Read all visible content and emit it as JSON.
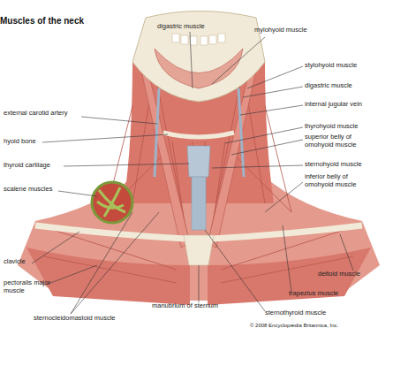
{
  "diagram": {
    "title": "Muscles of the neck",
    "labels": [
      "digastric muscle",
      "mylohyoid muscle",
      "stylohyoid muscle",
      "digastric muscle",
      "internal jugular vein",
      "external carotid artery",
      "thyrohyoid muscle",
      "superior belly of omohyoid muscle",
      "hyoid bone",
      "thyroid cartilage",
      "sternohyoid muscle",
      "inferior belly of omohyoid muscle",
      "scalene muscles",
      "clavicle",
      "deltoid muscle",
      "pectoralis major muscle",
      "trapezius muscle",
      "manubrium of sternum",
      "sternothyroid muscle",
      "sternocleidomastoid muscle",
      "© 2008 Encyclopædia Britannica, Inc."
    ]
  }
}
